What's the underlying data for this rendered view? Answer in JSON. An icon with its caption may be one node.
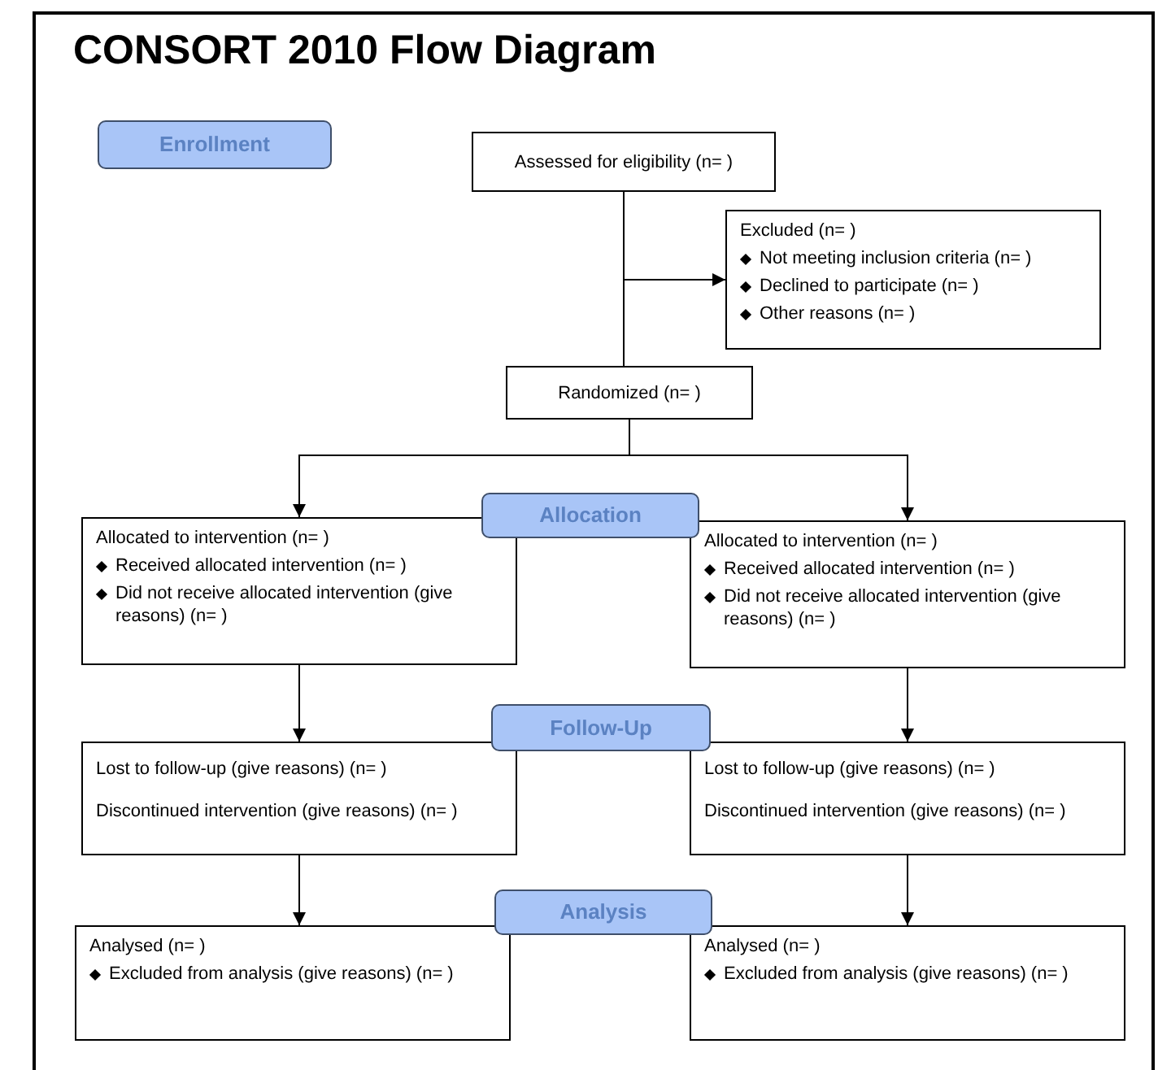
{
  "diagram": {
    "title": "CONSORT 2010 Flow Diagram",
    "nodes": [
      {
        "text": [
          "Enrollment"
        ]
      },
      {
        "text": [
          "Assessed for eligibility (n= )"
        ]
      },
      {
        "text": [
          "Excluded (n= )",
          "Not meeting inclusion criteria (n= )",
          "Declined to participate (n= )",
          "Other reasons (n= )"
        ]
      },
      {
        "text": [
          "Randomized (n= )"
        ]
      },
      {
        "text": [
          "Allocation"
        ]
      },
      {
        "text": [
          "Allocated to intervention (n= )",
          "Received allocated intervention (n= )",
          "Did not receive allocated intervention (give reasons) (n= )"
        ]
      },
      {
        "text": [
          "Allocated to intervention (n= )",
          "Received allocated intervention (n= )",
          "Did not receive allocated intervention (give reasons) (n= )"
        ]
      },
      {
        "text": [
          "Follow-Up"
        ]
      },
      {
        "text": [
          "Lost to follow-up (give reasons) (n= )",
          "Discontinued intervention (give reasons) (n= )"
        ]
      },
      {
        "text": [
          "Lost to follow-up (give reasons) (n= )",
          "Discontinued intervention (give reasons) (n= )"
        ]
      },
      {
        "text": [
          "Analysis"
        ]
      },
      {
        "text": [
          "Analysed (n= )",
          "Excluded from analysis (give reasons) (n= )"
        ]
      },
      {
        "text": [
          "Analysed (n= )",
          "Excluded from analysis (give reasons) (n= )"
        ]
      }
    ],
    "edges": [
      {
        "from": 1,
        "to": 2,
        "arrow": "to"
      },
      {
        "from": 1,
        "to": 3,
        "arrow": "none"
      },
      {
        "from": 3,
        "to": 5,
        "arrow": "to"
      },
      {
        "from": 3,
        "to": 6,
        "arrow": "to"
      },
      {
        "from": 5,
        "to": 8,
        "arrow": "to"
      },
      {
        "from": 6,
        "to": 9,
        "arrow": "to"
      },
      {
        "from": 8,
        "to": 11,
        "arrow": "to"
      },
      {
        "from": 9,
        "to": 12,
        "arrow": "to"
      }
    ]
  }
}
